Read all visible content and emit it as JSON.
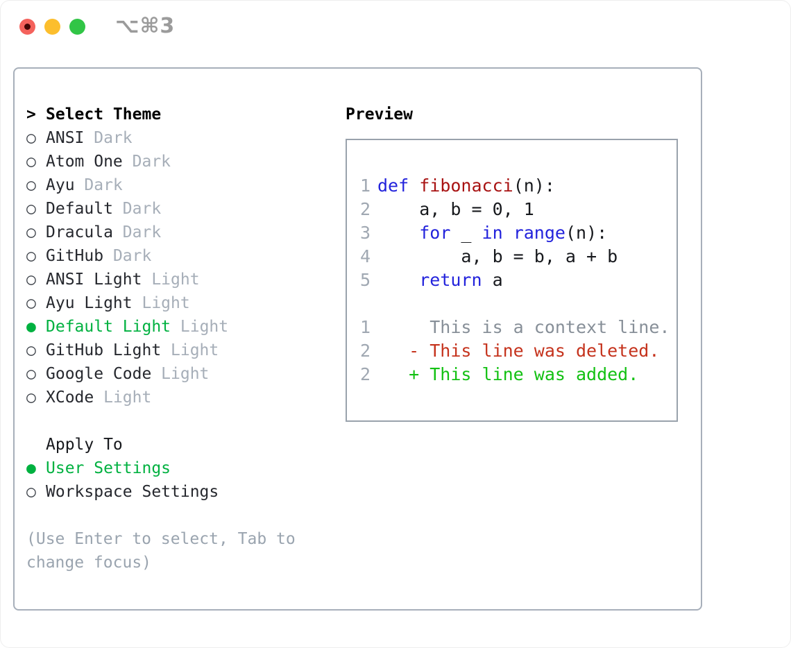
{
  "titlebar": {
    "hotkey_label": "⌥⌘3",
    "traffic_lights": [
      "close",
      "minimize",
      "zoom"
    ]
  },
  "theme_panel": {
    "prompt": ">",
    "select_heading": "Select Theme",
    "themes": [
      {
        "name": "ANSI",
        "variant": "Dark",
        "selected": false
      },
      {
        "name": "Atom One",
        "variant": "Dark",
        "selected": false
      },
      {
        "name": "Ayu",
        "variant": "Dark",
        "selected": false
      },
      {
        "name": "Default",
        "variant": "Dark",
        "selected": false
      },
      {
        "name": "Dracula",
        "variant": "Dark",
        "selected": false
      },
      {
        "name": "GitHub",
        "variant": "Dark",
        "selected": false
      },
      {
        "name": "ANSI Light",
        "variant": "Light",
        "selected": false
      },
      {
        "name": "Ayu Light",
        "variant": "Light",
        "selected": false
      },
      {
        "name": "Default Light",
        "variant": "Light",
        "selected": true
      },
      {
        "name": "GitHub Light",
        "variant": "Light",
        "selected": false
      },
      {
        "name": "Google Code",
        "variant": "Light",
        "selected": false
      },
      {
        "name": "XCode",
        "variant": "Light",
        "selected": false
      }
    ],
    "apply_heading": "Apply To",
    "apply_options": [
      {
        "label": "User Settings",
        "selected": true
      },
      {
        "label": "Workspace Settings",
        "selected": false
      }
    ],
    "hint_lines": [
      "(Use Enter to select, Tab to",
      "change focus)"
    ]
  },
  "preview": {
    "heading": "Preview",
    "lines": [
      {
        "num": "1",
        "segments": [
          {
            "t": "def",
            "c": "kw"
          },
          {
            "t": " ",
            "c": "p"
          },
          {
            "t": "fibonacci",
            "c": "fn"
          },
          {
            "t": "(n):",
            "c": "p"
          }
        ]
      },
      {
        "num": "2",
        "segments": [
          {
            "t": "    a, b = 0, 1",
            "c": "p"
          }
        ]
      },
      {
        "num": "3",
        "segments": [
          {
            "t": "    ",
            "c": "p"
          },
          {
            "t": "for",
            "c": "kw"
          },
          {
            "t": " _ ",
            "c": "p"
          },
          {
            "t": "in",
            "c": "kw"
          },
          {
            "t": " ",
            "c": "p"
          },
          {
            "t": "range",
            "c": "kw"
          },
          {
            "t": "(n):",
            "c": "p"
          }
        ]
      },
      {
        "num": "4",
        "segments": [
          {
            "t": "        a, b = b, a + b",
            "c": "p"
          }
        ]
      },
      {
        "num": "5",
        "segments": [
          {
            "t": "    ",
            "c": "p"
          },
          {
            "t": "return",
            "c": "kw"
          },
          {
            "t": " a",
            "c": "p"
          }
        ]
      },
      {
        "num": "",
        "segments": []
      },
      {
        "num": "1",
        "segments": [
          {
            "t": "     This is a context line.",
            "c": "ctx"
          }
        ]
      },
      {
        "num": "2",
        "segments": [
          {
            "t": "   - This line was deleted.",
            "c": "del"
          }
        ]
      },
      {
        "num": "2",
        "segments": [
          {
            "t": "   + This line was added.",
            "c": "add"
          }
        ]
      }
    ]
  },
  "colors": {
    "accent_green": "#00b140",
    "keyword_blue": "#2323dc",
    "function_red": "#a81313",
    "deleted_red": "#c5331d",
    "added_green": "#13c113",
    "muted_gray": "#a6aeb8",
    "hint_gray": "#9aa4af",
    "line_number_gray": "#a0a8b2",
    "context_gray": "#878f98",
    "text_dark": "#26282e",
    "circle_gray": "#40454c",
    "panel_border": "#a7afba",
    "preview_border": "#99a2ac",
    "traffic_red": "#f4625c",
    "traffic_yellow": "#fcbe2d",
    "traffic_green": "#31c546",
    "hotkey_gray": "#9b9b9b"
  }
}
